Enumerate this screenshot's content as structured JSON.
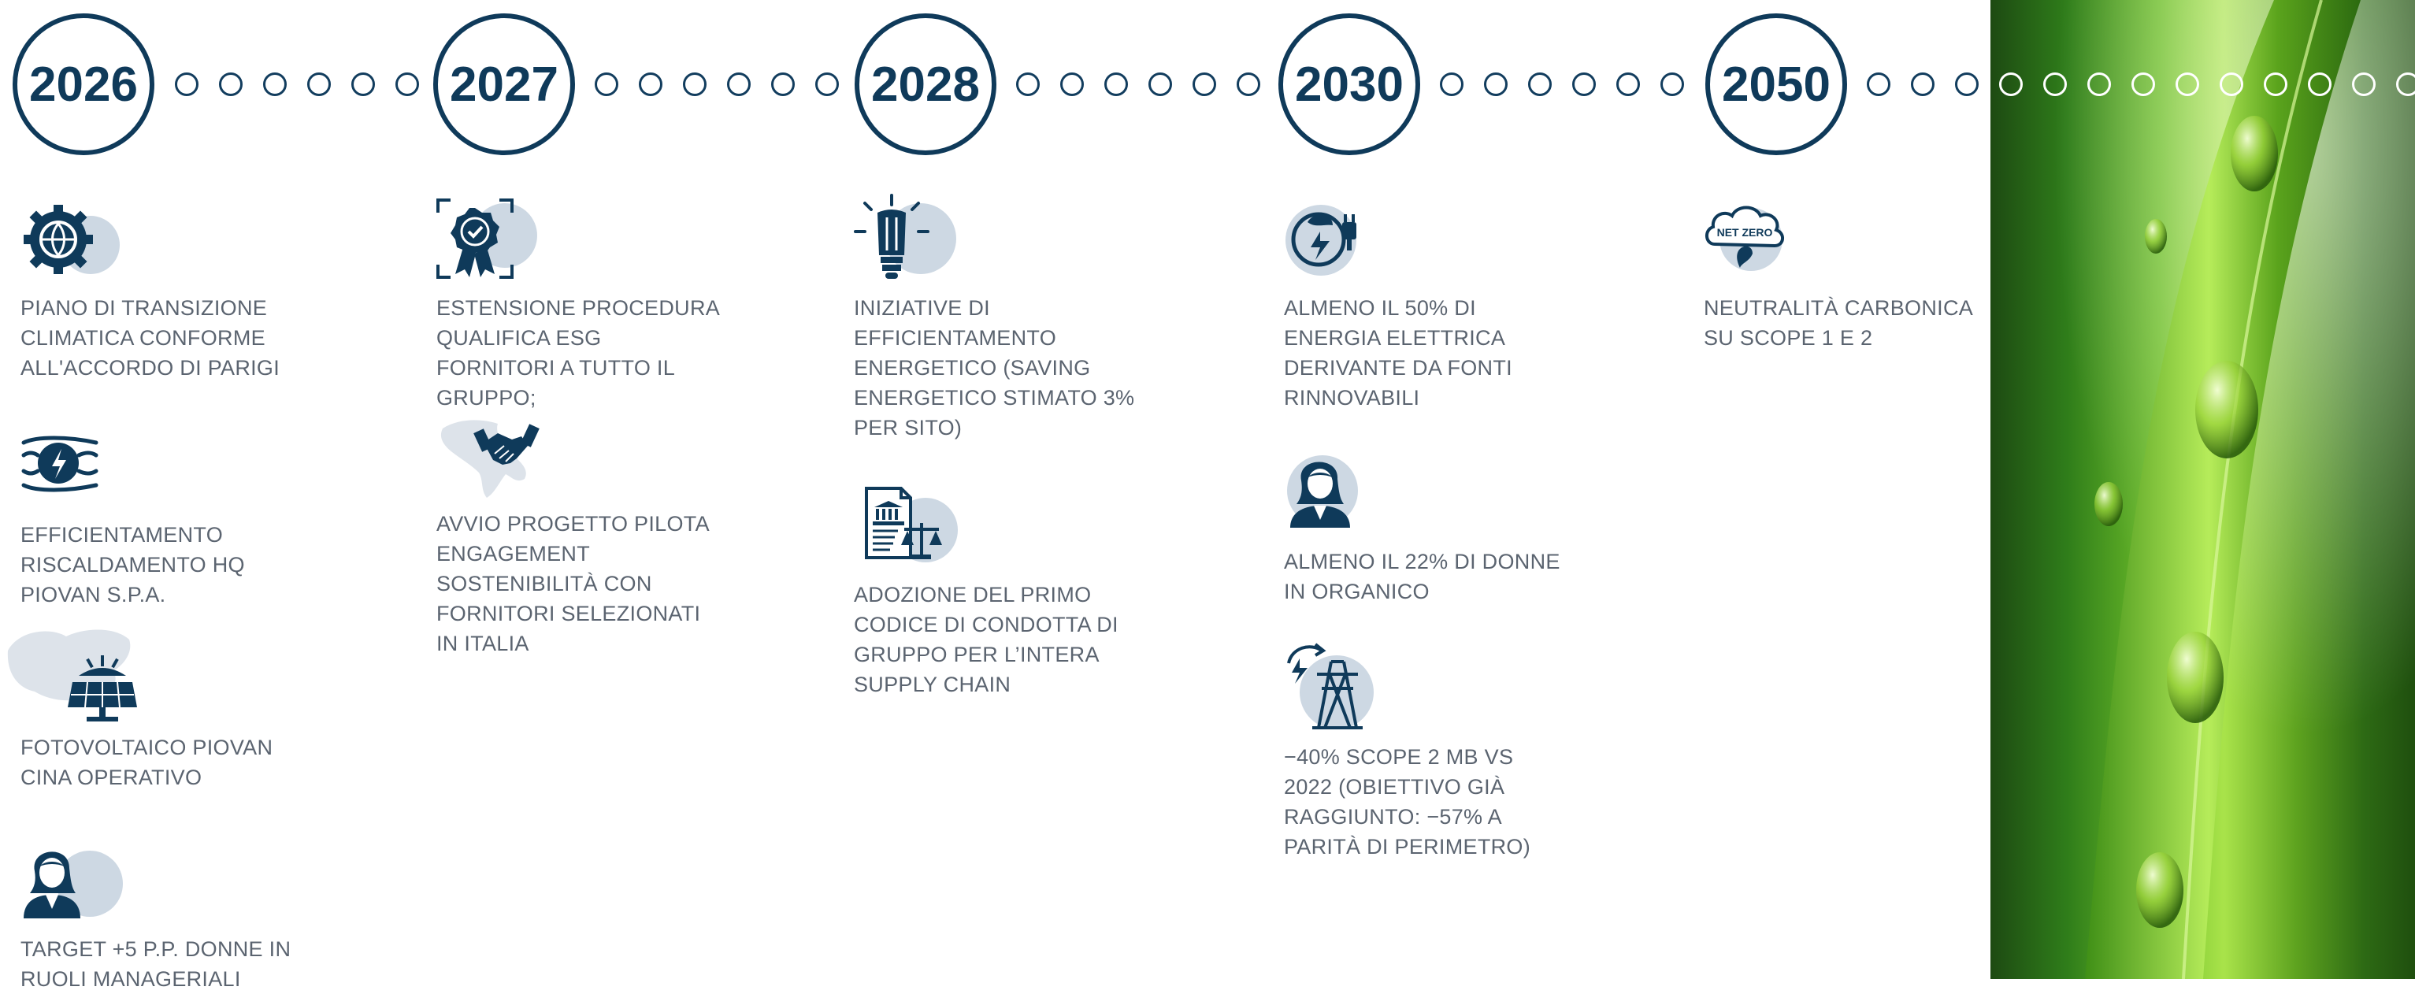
{
  "timeline": {
    "years": [
      "2026",
      "2027",
      "2028",
      "2030",
      "2050"
    ]
  },
  "columns": {
    "y2026": [
      {
        "icon": "gear-globe-icon",
        "text": "PIANO DI TRANSIZIONE CLIMATICA CONFORME ALL'ACCORDO DI PARIGI"
      },
      {
        "icon": "heating-lightning-icon",
        "text": "EFFICIENTAMENTO RISCALDAMENTO HQ PIOVAN S.P.A."
      },
      {
        "icon": "china-solar-panel-icon",
        "text": "FOTOVOLTAICO PIOVAN CINA OPERATIVO"
      },
      {
        "icon": "woman-manager-icon",
        "text": "TARGET +5 P.P. DONNE IN RUOLI MANAGERIALI"
      }
    ],
    "y2027": [
      {
        "icon": "certified-badge-icon",
        "text": "ESTENSIONE PROCEDURA QUALIFICA ESG FORNITORI A TUTTO IL GRUPPO;"
      },
      {
        "icon": "italy-handshake-icon",
        "text": "AVVIO PROGETTO PILOTA ENGAGEMENT SOSTENIBILITÀ CON FORNITORI SELEZIONATI IN ITALIA"
      }
    ],
    "y2028": [
      {
        "icon": "energy-bulb-icon",
        "text": "INIZIATIVE DI EFFICIENTAMENTO ENERGETICO (SAVING ENERGETICO STIMATO 3% PER SITO)"
      },
      {
        "icon": "code-of-conduct-icon",
        "text": "ADOZIONE DEL PRIMO CODICE DI CONDOTTA DI GRUPPO PER L’INTERA SUPPLY CHAIN"
      }
    ],
    "y2030": [
      {
        "icon": "renewable-plug-icon",
        "text": "ALMENO IL 50% DI ENERGIA ELETTRICA DERIVANTE DA FONTI RINNOVABILI"
      },
      {
        "icon": "woman-employee-icon",
        "text": "ALMENO IL 22% DI DONNE IN ORGANICO"
      },
      {
        "icon": "power-tower-icon",
        "text": "−40% SCOPE 2 MB VS 2022 (OBIETTIVO GIÀ RAGGIUNTO: −57% A PARITÀ DI PERIMETRO)"
      }
    ],
    "y2050": [
      {
        "icon": "net-zero-cloud-icon",
        "badge": "NET ZERO",
        "text": "NEUTRALITÀ CARBONICA SU SCOPE 1 E 2"
      }
    ]
  },
  "colors": {
    "navy": "#0f3a5a",
    "text_gray": "#5b6470",
    "icon_bg": "#cdd8e3",
    "leaf_green": "#6fbf2a"
  }
}
